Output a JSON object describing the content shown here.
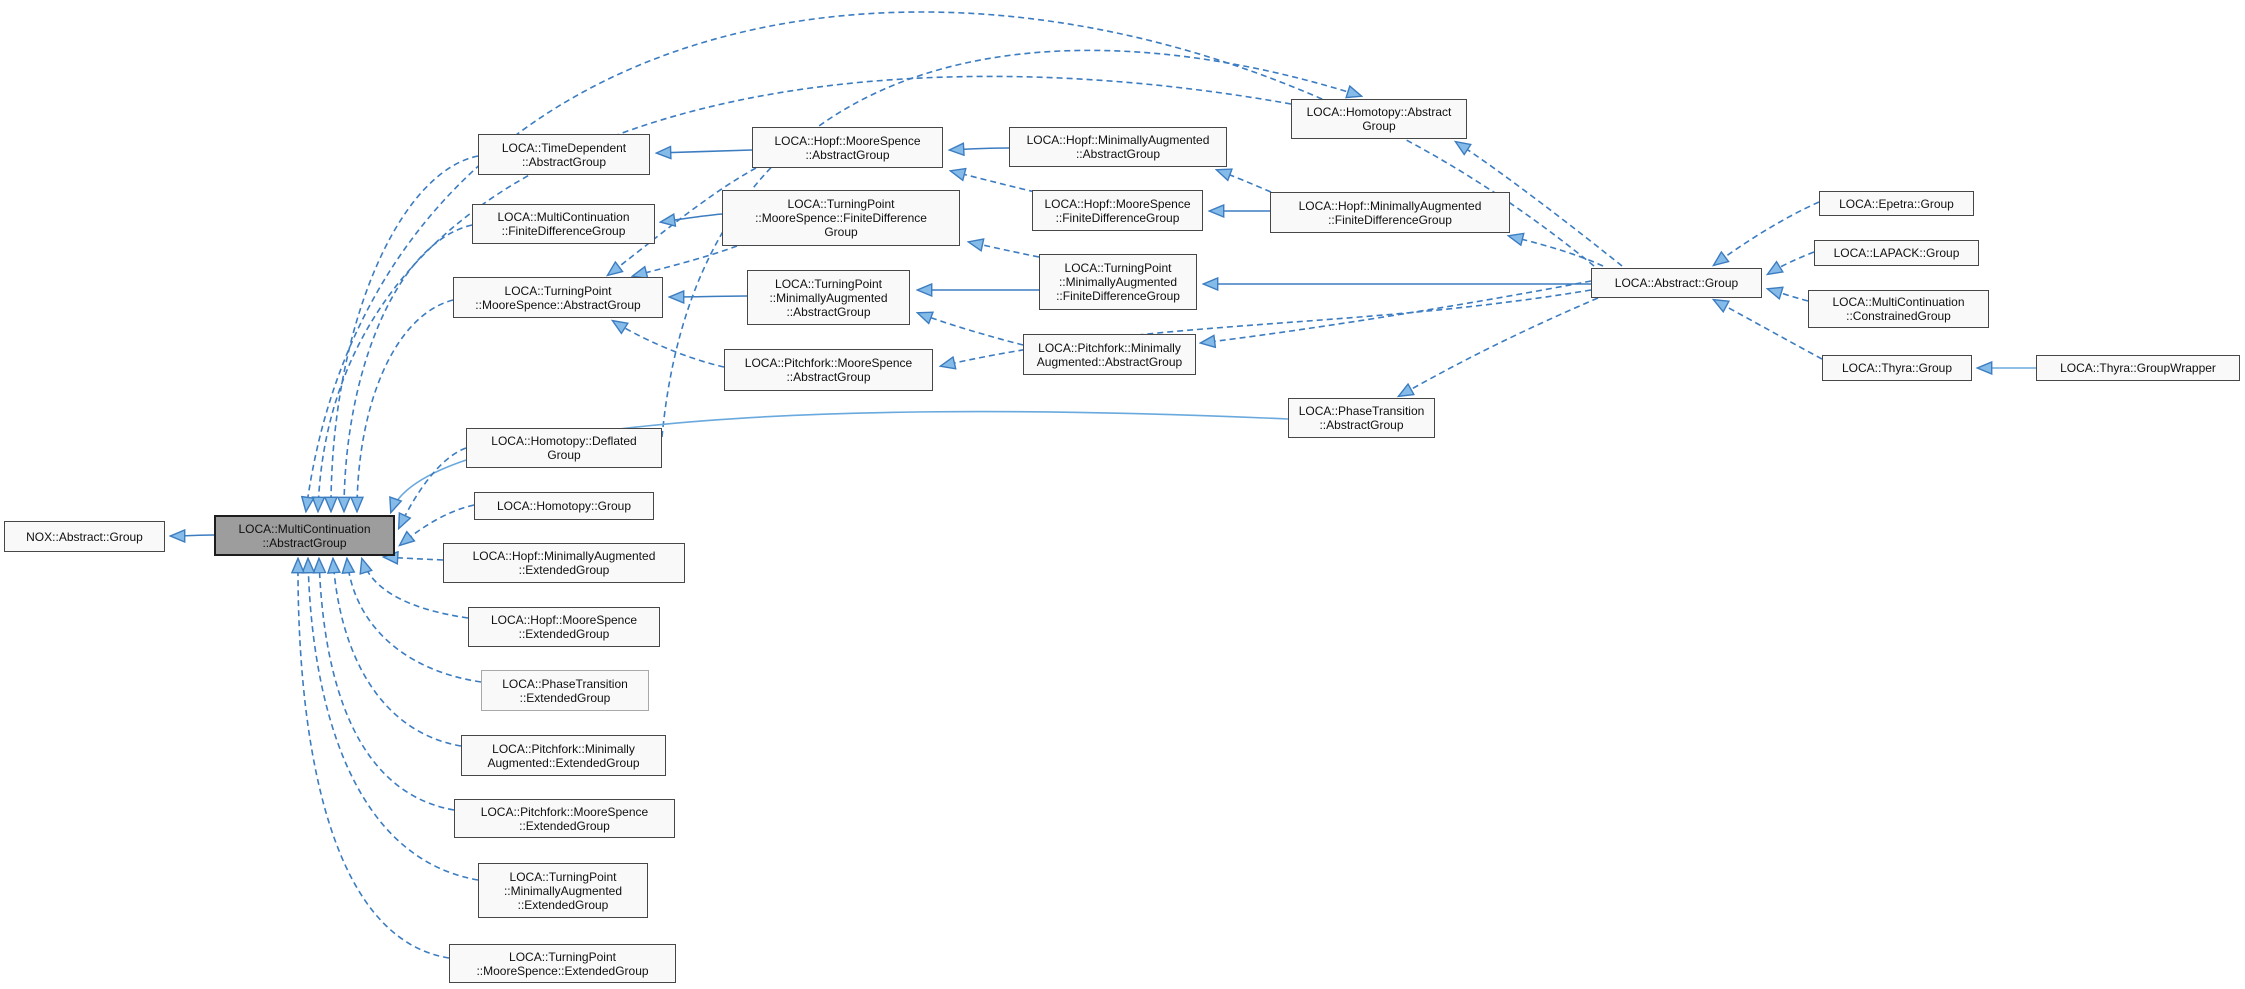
{
  "diagram": {
    "kind": "class-inheritance-graph",
    "colors": {
      "edge": "#3c7cc0",
      "edge_light": "#6aa9dd",
      "arrowhead_fill": "#84bbe8",
      "node_fill": "#f9f9f9",
      "node_border": "#474747",
      "highlight_node_fill": "#9d9d9d",
      "background": "#ffffff"
    },
    "nodes": {
      "nox": {
        "label": "NOX::Abstract::Group"
      },
      "main": {
        "label": "LOCA::MultiContinuation\n::AbstractGroup"
      },
      "timedep": {
        "label": "LOCA::TimeDependent\n::AbstractGroup"
      },
      "mcfdg": {
        "label": "LOCA::MultiContinuation\n::FiniteDifferenceGroup"
      },
      "tpmsag": {
        "label": "LOCA::TurningPoint\n::MooreSpence::AbstractGroup"
      },
      "homdef": {
        "label": "LOCA::Homotopy::Deflated\nGroup"
      },
      "homgrp": {
        "label": "LOCA::Homotopy::Group"
      },
      "hopfminextg": {
        "label": "LOCA::Hopf::MinimallyAugmented\n::ExtendedGroup"
      },
      "hopfmsextg": {
        "label": "LOCA::Hopf::MooreSpence\n::ExtendedGroup"
      },
      "ptextg": {
        "label": "LOCA::PhaseTransition\n::ExtendedGroup"
      },
      "pfminextg": {
        "label": "LOCA::Pitchfork::Minimally\nAugmented::ExtendedGroup"
      },
      "pfmsextg": {
        "label": "LOCA::Pitchfork::MooreSpence\n::ExtendedGroup"
      },
      "tpminextg": {
        "label": "LOCA::TurningPoint\n::MinimallyAugmented\n::ExtendedGroup"
      },
      "tpmsextg": {
        "label": "LOCA::TurningPoint\n::MooreSpence::ExtendedGroup"
      },
      "hopfmsag": {
        "label": "LOCA::Hopf::MooreSpence\n::AbstractGroup"
      },
      "tpmsfdg": {
        "label": "LOCA::TurningPoint\n::MooreSpence::FiniteDifference\nGroup"
      },
      "tpminag": {
        "label": "LOCA::TurningPoint\n::MinimallyAugmented\n::AbstractGroup"
      },
      "pfmsag": {
        "label": "LOCA::Pitchfork::MooreSpence\n::AbstractGroup"
      },
      "hopfminag": {
        "label": "LOCA::Hopf::MinimallyAugmented\n::AbstractGroup"
      },
      "hopfmsfdg": {
        "label": "LOCA::Hopf::MooreSpence\n::FiniteDifferenceGroup"
      },
      "tpminfdg": {
        "label": "LOCA::TurningPoint\n::MinimallyAugmented\n::FiniteDifferenceGroup"
      },
      "pfminag": {
        "label": "LOCA::Pitchfork::Minimally\nAugmented::AbstractGroup"
      },
      "homag": {
        "label": "LOCA::Homotopy::Abstract\nGroup"
      },
      "hopfminfdg": {
        "label": "LOCA::Hopf::MinimallyAugmented\n::FiniteDifferenceGroup"
      },
      "ptag": {
        "label": "LOCA::PhaseTransition\n::AbstractGroup"
      },
      "absgrp": {
        "label": "LOCA::Abstract::Group"
      },
      "epetra": {
        "label": "LOCA::Epetra::Group"
      },
      "lapack": {
        "label": "LOCA::LAPACK::Group"
      },
      "mcconstr": {
        "label": "LOCA::MultiContinuation\n::ConstrainedGroup"
      },
      "thyra": {
        "label": "LOCA::Thyra::Group"
      },
      "thyrawrap": {
        "label": "LOCA::Thyra::GroupWrapper"
      }
    }
  }
}
